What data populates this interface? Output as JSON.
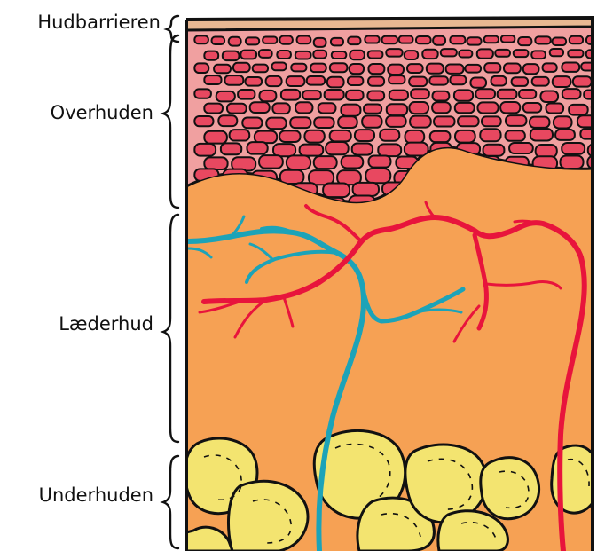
{
  "labels": {
    "barrier": "Hudbarrieren",
    "epidermis": "Overhuden",
    "dermis": "Læderhud",
    "subcutis": "Underhuden"
  },
  "colors": {
    "barrier_layer": "#e8b892",
    "epidermis_fill": "#f0a0a0",
    "epidermis_cell": "#e84860",
    "dermis_fill": "#f6a154",
    "artery": "#e8143c",
    "vein": "#1ca3b8",
    "fat_cell": "#f3e470",
    "outline": "#111111"
  },
  "icons": [
    "curly-brace-icon",
    "blood-vessel-icon",
    "fat-cell-icon",
    "skin-cell-icon"
  ]
}
